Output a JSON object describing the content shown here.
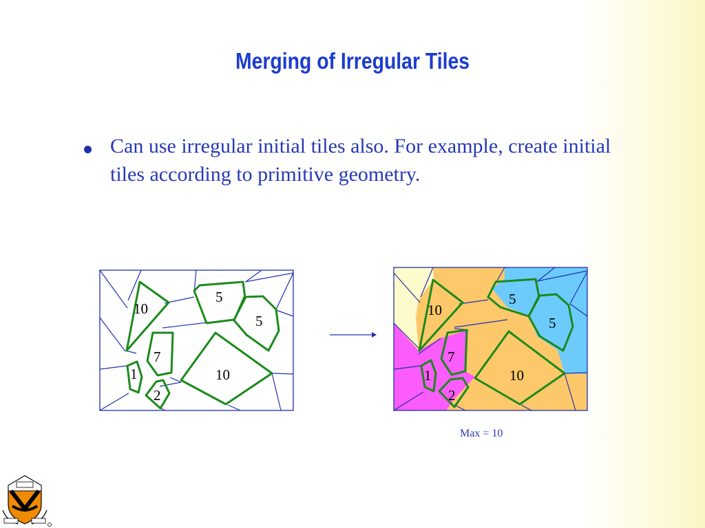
{
  "slide": {
    "title": "Merging of  Irregular Tiles",
    "bullet": "Can use irregular initial tiles also. For example, create initial tiles according to primitive geometry."
  },
  "left_figure": {
    "labels": {
      "a": "10",
      "b": "5",
      "c": "5",
      "d": "7",
      "e": "1",
      "f": "10",
      "g": "2"
    }
  },
  "right_figure": {
    "labels": {
      "a": "10",
      "b": "5",
      "c": "5",
      "d": "7",
      "e": "1",
      "f": "10",
      "g": "2"
    },
    "caption": "Max = 10"
  },
  "colors": {
    "title": "#1c3ccf",
    "text": "#2638b8",
    "tile_edge": "#2030b0",
    "cluster_outline": "#1a8a1a",
    "region_yellow": "#fdfbcc",
    "region_orange": "#fdc86a",
    "region_blue": "#6ccbfc",
    "region_magenta": "#fb5cfb"
  },
  "logo": {
    "name": "princeton-shield-icon"
  }
}
